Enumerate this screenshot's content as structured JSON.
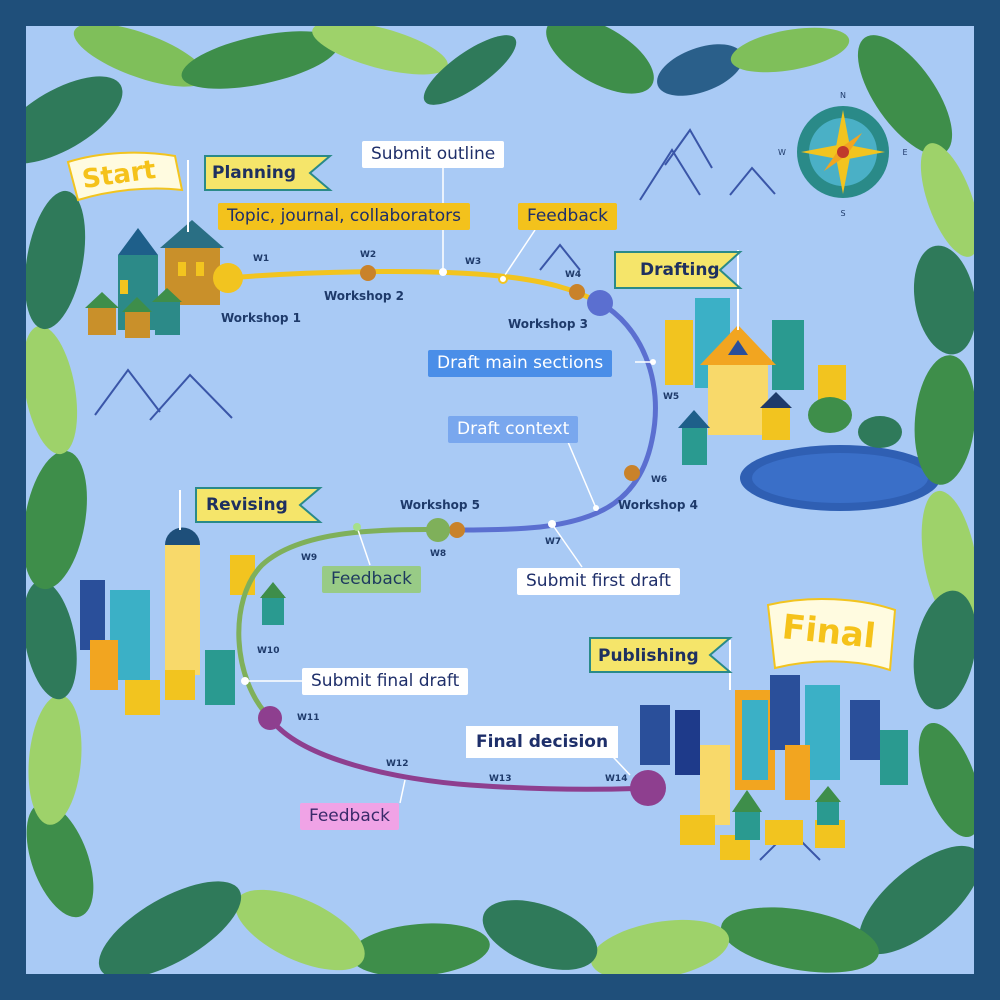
{
  "flags": {
    "start": "Start",
    "planning": "Planning",
    "drafting": "Drafting",
    "revising": "Revising",
    "publishing": "Publishing",
    "final": "Final"
  },
  "compass": {
    "n": "N",
    "e": "E",
    "s": "S",
    "w": "W"
  },
  "workshops": {
    "w1": "Workshop 1",
    "w2": "Workshop 2",
    "w3": "Workshop 3",
    "w4": "Workshop 4",
    "w5": "Workshop 5"
  },
  "weeks": [
    "W1",
    "W2",
    "W3",
    "W4",
    "W5",
    "W6",
    "W7",
    "W8",
    "W9",
    "W10",
    "W11",
    "W12",
    "W13",
    "W14"
  ],
  "notes": {
    "submit_outline": "Submit outline",
    "topic": "Topic, journal, collaborators",
    "feedback_planning": "Feedback",
    "draft_main": "Draft main sections",
    "draft_context": "Draft context",
    "submit_first": "Submit first draft",
    "feedback_revising": "Feedback",
    "submit_final": "Submit final draft",
    "final_decision": "Final decision",
    "feedback_publishing": "Feedback"
  },
  "colors": {
    "sky": "#a9caf5",
    "planning": "#f2c41f",
    "drafting": "#5b6fd0",
    "revising": "#7fb05a",
    "publishing": "#8e3f8f",
    "border": "#1f4f7a"
  }
}
